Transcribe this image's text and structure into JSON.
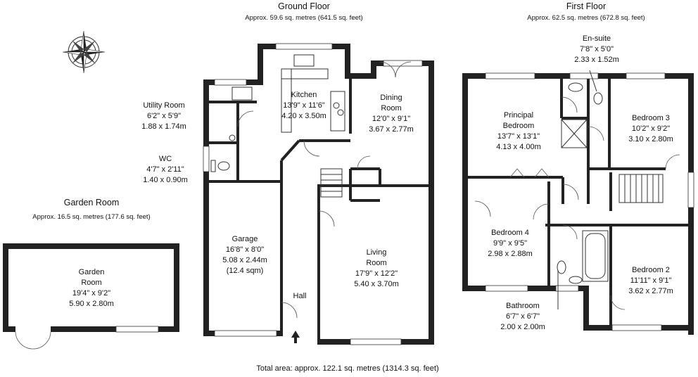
{
  "ground_floor": {
    "title": "Ground Floor",
    "area": "Approx. 59.6 sq. metres (641.5 sq. feet)",
    "rooms": {
      "kitchen": {
        "name": "Kitchen",
        "imperial": "13'9\" x 11'6\"",
        "metric": "4.20 x 3.50m"
      },
      "dining": {
        "name1": "Dining",
        "name2": "Room",
        "imperial": "12'0\" x 9'1\"",
        "metric": "3.67 x 2.77m"
      },
      "utility": {
        "name": "Utility Room",
        "imperial": "6'2\" x 5'9\"",
        "metric": "1.88 x 1.74m"
      },
      "wc": {
        "name": "WC",
        "imperial": "4'7\" x 2'11\"",
        "metric": "1.40 x 0.90m"
      },
      "garage": {
        "name": "Garage",
        "imperial": "16'8\" x 8'0\"",
        "metric": "5.08 x 2.44m",
        "extra": "(12.4 sqm)"
      },
      "living": {
        "name1": "Living",
        "name2": "Room",
        "imperial": "17'9\" x 12'2\"",
        "metric": "5.40 x 3.70m"
      },
      "hall": {
        "name": "Hall"
      }
    }
  },
  "first_floor": {
    "title": "First Floor",
    "area": "Approx. 62.5 sq. metres (672.8 sq. feet)",
    "rooms": {
      "ensuite": {
        "name": "En-suite",
        "imperial": "7'8\" x 5'0\"",
        "metric": "2.33 x 1.52m"
      },
      "principal": {
        "name1": "Principal",
        "name2": "Bedroom",
        "imperial": "13'7\" x 13'1\"",
        "metric": "4.13 x 4.00m"
      },
      "bedroom3": {
        "name": "Bedroom 3",
        "imperial": "10'2\" x 9'2\"",
        "metric": "3.10 x 2.80m"
      },
      "bedroom4": {
        "name": "Bedroom 4",
        "imperial": "9'9\" x 9'5\"",
        "metric": "2.98 x 2.88m"
      },
      "bedroom2": {
        "name": "Bedroom 2",
        "imperial": "11'11\" x 9'1\"",
        "metric": "3.62 x 2.77m"
      },
      "bathroom": {
        "name": "Bathroom",
        "imperial": "6'7\" x 6'7\"",
        "metric": "2.00 x 2.00m"
      }
    }
  },
  "garden_room": {
    "title": "Garden Room",
    "area": "Approx. 16.5 sq. metres (177.6 sq. feet)",
    "room": {
      "name1": "Garden",
      "name2": "Room",
      "imperial": "19'4\" x 9'2\"",
      "metric": "5.90 x 2.80m"
    }
  },
  "total_area": "Total area: approx. 122.1 sq. metres (1314.3 sq. feet)",
  "icons": {
    "compass": "compass-rose-icon",
    "entrance": "entrance-arrow-icon"
  }
}
